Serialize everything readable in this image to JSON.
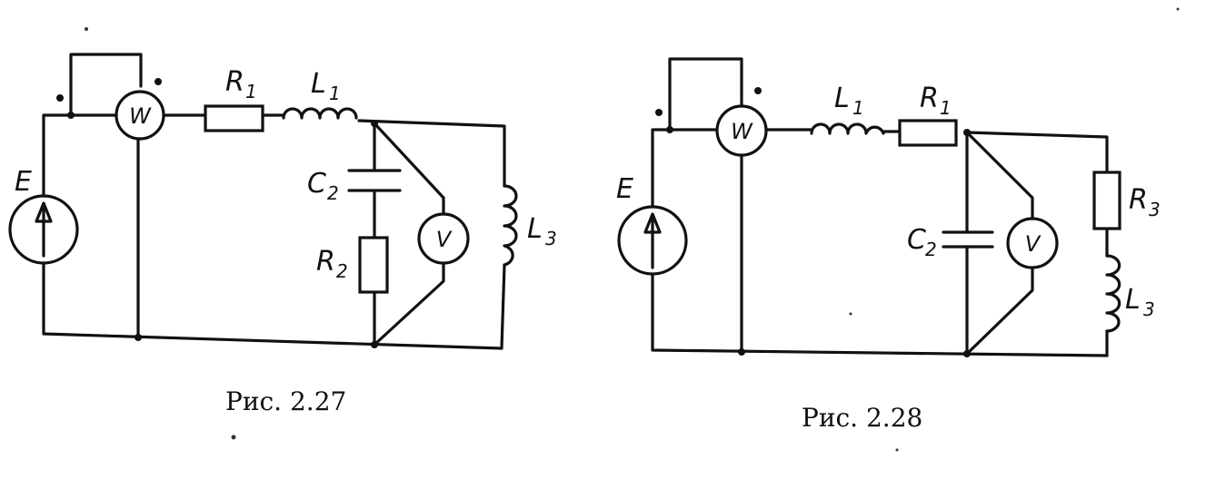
{
  "figure_1": {
    "caption": "Рис. 2.27",
    "labels": {
      "E": "E",
      "W": "W",
      "V": "V",
      "R1": "R",
      "R1_sub": "1",
      "L1": "L",
      "L1_sub": "1",
      "C2": "C",
      "C2_sub": "2",
      "R2": "R",
      "R2_sub": "2",
      "L3": "L",
      "L3_sub": "3"
    }
  },
  "figure_2": {
    "caption": "Рис. 2.28",
    "labels": {
      "E": "E",
      "W": "W",
      "V": "V",
      "L1": "L",
      "L1_sub": "1",
      "R1": "R",
      "R1_sub": "1",
      "C2": "C",
      "C2_sub": "2",
      "R3": "R",
      "R3_sub": "3",
      "L3": "L",
      "L3_sub": "3"
    }
  }
}
